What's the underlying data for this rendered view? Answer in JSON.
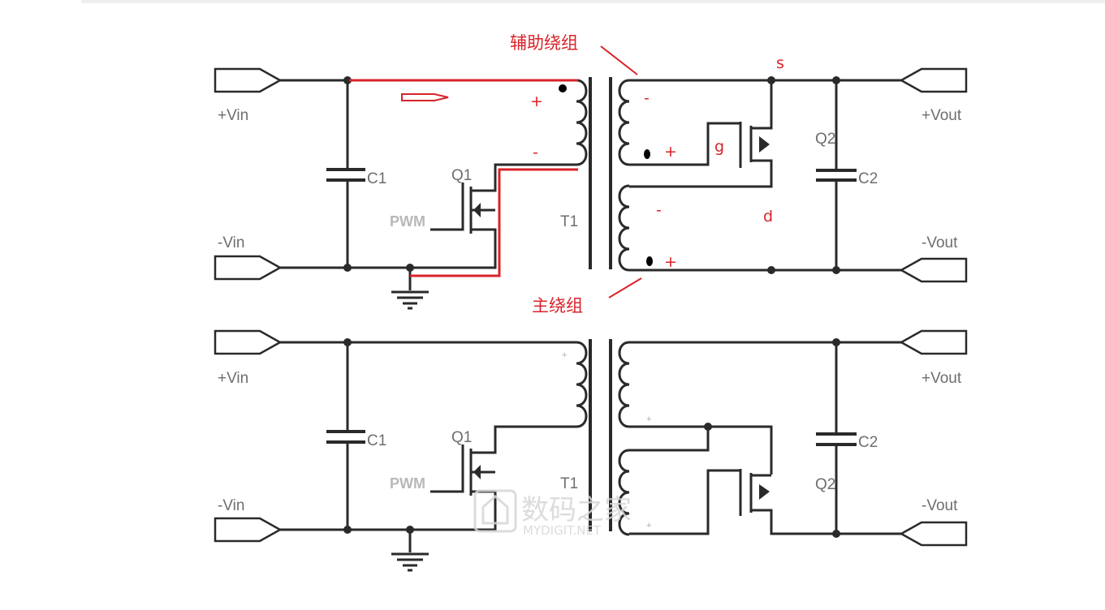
{
  "title_annotations": {
    "aux_winding": "辅助绕组",
    "main_winding": "主绕组"
  },
  "top_circuit": {
    "plus_vin": "+Vin",
    "minus_vin": "-Vin",
    "c1": "C1",
    "q1": "Q1",
    "pwm": "PWM",
    "t1": "T1",
    "q2": "Q2",
    "c2": "C2",
    "plus_vout": "+Vout",
    "minus_vout": "-Vout",
    "polarity": {
      "pri_plus": "+",
      "pri_minus": "-",
      "aux_minus": "-",
      "aux_plus": "+",
      "main_minus": "-",
      "main_plus": "+"
    },
    "pins": {
      "g": "g",
      "s": "s",
      "d": "d"
    }
  },
  "bottom_circuit": {
    "plus_vin": "+Vin",
    "minus_vin": "-Vin",
    "c1": "C1",
    "q1": "Q1",
    "pwm": "PWM",
    "t1": "T1",
    "q2": "Q2",
    "c2": "C2",
    "plus_vout": "+Vout",
    "minus_vout": "-Vout",
    "dot_marks": [
      "+",
      "+",
      "+"
    ]
  },
  "watermark": {
    "cn": "数码之家",
    "en": "MYDIGIT.NET"
  },
  "colors": {
    "annotation": "#d8232a",
    "wire": "#2a2a2a"
  }
}
